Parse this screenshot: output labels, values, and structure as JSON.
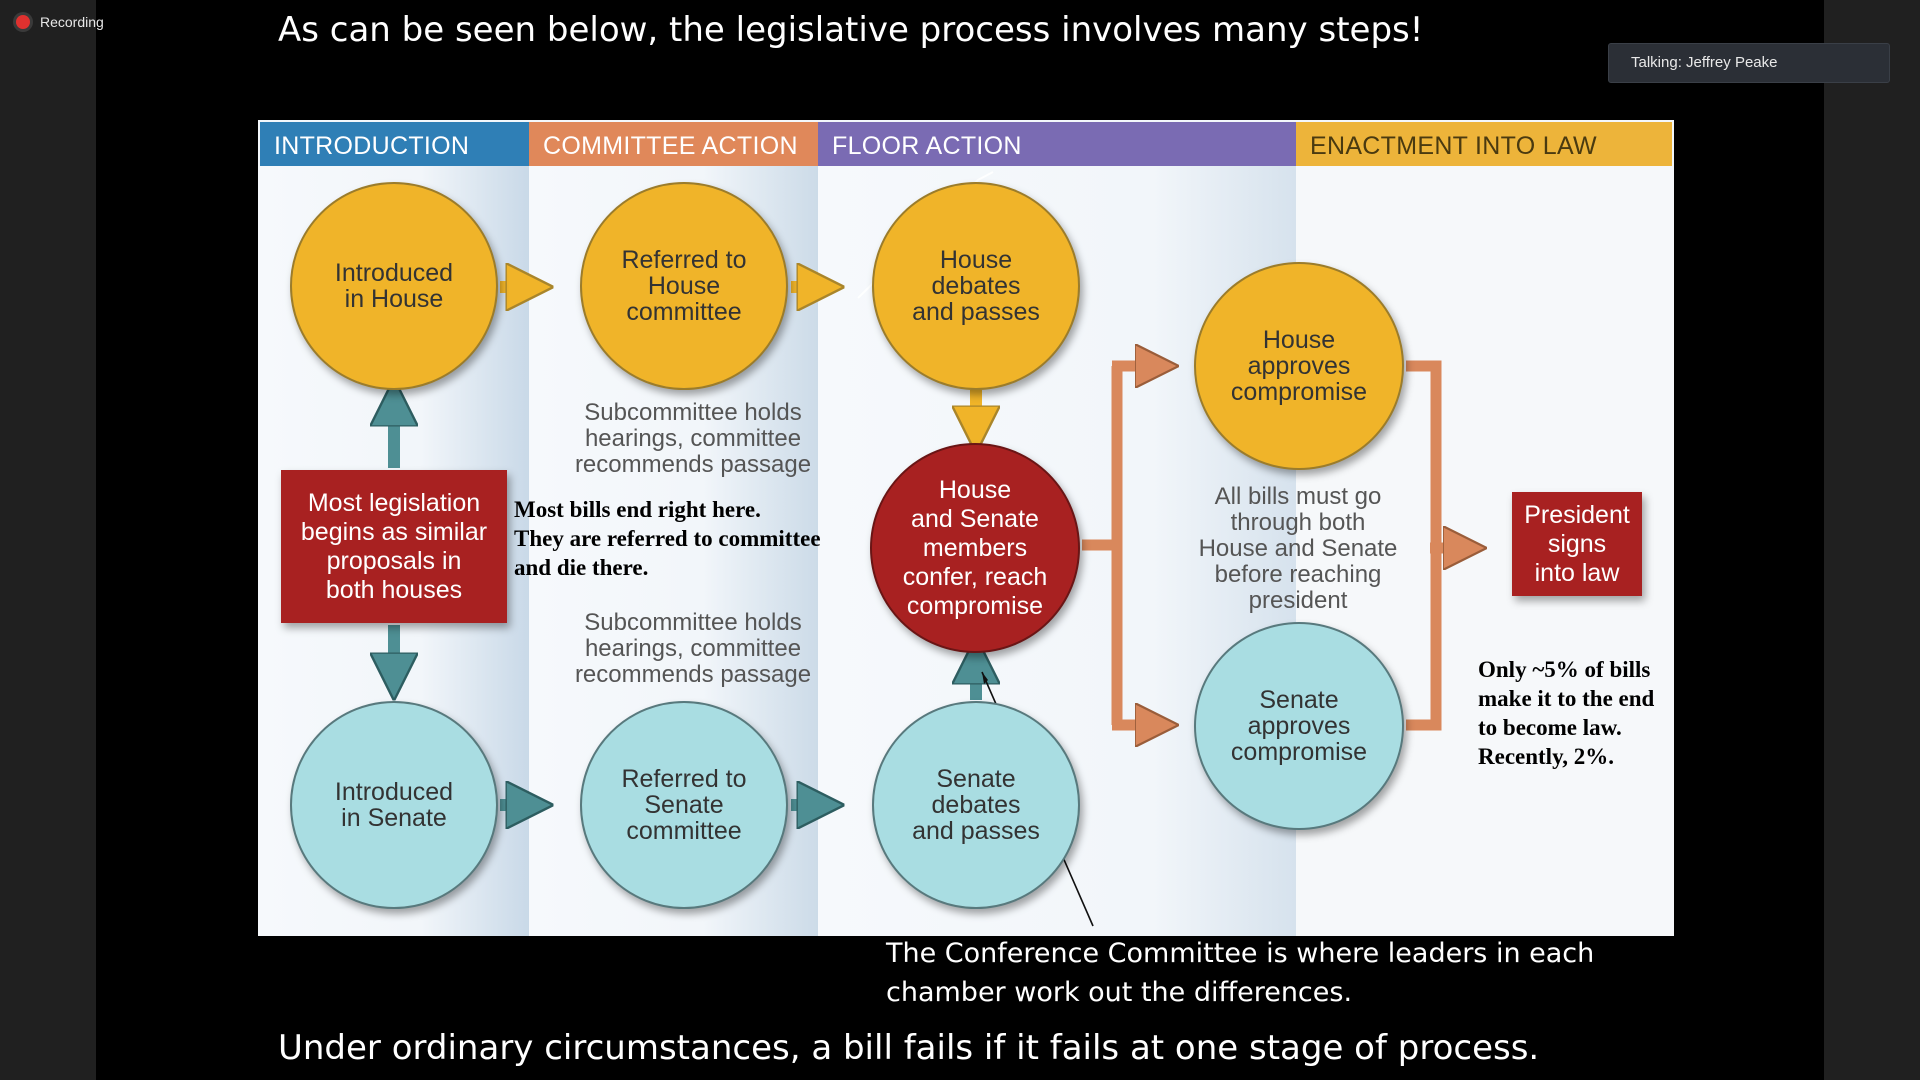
{
  "recording": {
    "label": "Recording"
  },
  "speaker": {
    "label": "Talking: Jeffrey Peake"
  },
  "slide": {
    "title": "As can be seen below, the legislative process involves many steps!",
    "caption": "The Conference Committee is where leaders in each chamber work out the differences.",
    "footer": "Under ordinary circumstances, a bill fails if it fails at one stage of process."
  },
  "figure": {
    "headers": [
      "INTRODUCTION",
      "COMMITTEE ACTION",
      "FLOOR ACTION",
      "ENACTMENT INTO LAW"
    ],
    "nodes": {
      "introduced_house": "Introduced\nin House",
      "referred_house": "Referred to\nHouse\ncommittee",
      "house_debates": "House\ndebates\nand passes",
      "most_legislation": "Most legislation\nbegins as similar\nproposals in\nboth houses",
      "conference": "House\nand Senate\nmembers\nconfer, reach\ncompromise",
      "house_approves": "House\napproves\ncompromise",
      "senate_approves": "Senate\napproves\ncompromise",
      "president": "President\nsigns\ninto law",
      "introduced_senate": "Introduced\nin Senate",
      "referred_senate": "Referred to\nSenate\ncommittee",
      "senate_debates": "Senate\ndebates\nand passes"
    },
    "notes": {
      "subcommittee_top": "Subcommittee holds\nhearings, committee\nrecommends passage",
      "subcommittee_bottom": "Subcommittee holds\nhearings, committee\nrecommends passage",
      "all_bills": "All bills must go\nthrough both\nHouse and Senate\nbefore reaching\npresident"
    },
    "annotations": {
      "most_bills": "Most bills end right here.\nThey are referred to committee\nand die there.",
      "only_five": "Only ~5% of bills\nmake it to the end\nto become law.\nRecently, 2%."
    },
    "colors": {
      "intro": "#2f7fb6",
      "committee": "#e0885a",
      "floor": "#7a6bb3",
      "enactment": "#edb43a",
      "yellow_node": "#f0b429",
      "blue_node": "#a9dde2",
      "red_node": "#a82121",
      "yellow_arrow": "#f0b429",
      "teal_arrow": "#4e8f94",
      "orange_arrow": "#d9885c"
    }
  }
}
